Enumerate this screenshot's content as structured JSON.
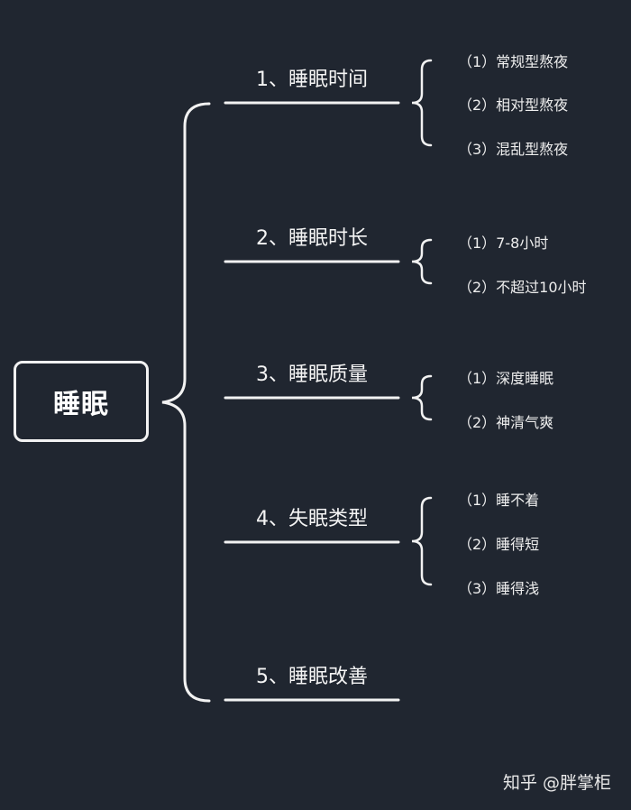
{
  "root": {
    "label": "睡眠"
  },
  "branches": [
    {
      "title": "1、睡眠时间",
      "leaves": [
        "（1）常规型熬夜",
        "（2）相对型熬夜",
        "（3）混乱型熬夜"
      ]
    },
    {
      "title": "2、睡眠时长",
      "leaves": [
        "（1）7-8小时",
        "（2）不超过10小时"
      ]
    },
    {
      "title": "3、睡眠质量",
      "leaves": [
        "（1）深度睡眠",
        "（2）神清气爽"
      ]
    },
    {
      "title": "4、失眠类型",
      "leaves": [
        "（1）睡不着",
        "（2）睡得短",
        "（3）睡得浅"
      ]
    },
    {
      "title": "5、睡眠改善",
      "leaves": []
    }
  ],
  "watermark": "知乎 @胖掌柜",
  "colors": {
    "background": "#202630",
    "foreground": "#f2f2f2"
  }
}
